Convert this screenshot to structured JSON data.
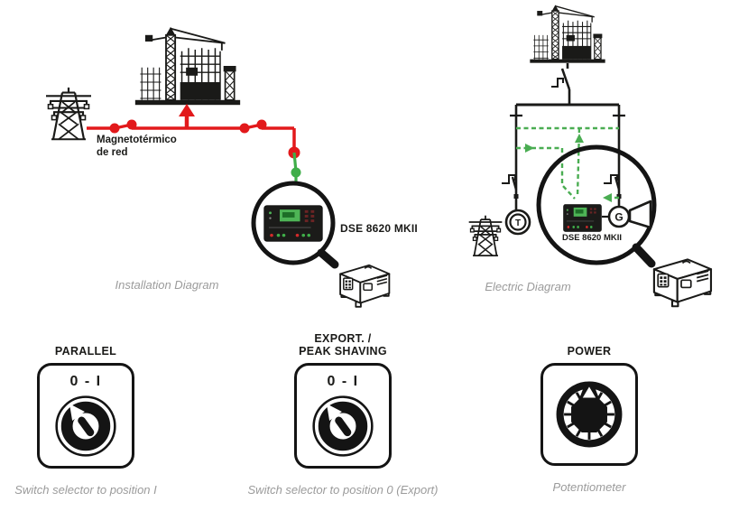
{
  "installation_diagram": {
    "caption": "Installation Diagram",
    "breaker_label_line1": "Magnetotérmico",
    "breaker_label_line2": "de red",
    "controller_label": "DSE 8620 MKII"
  },
  "electric_diagram": {
    "caption": "Electric Diagram",
    "controller_label": "DSE 8620 MKII",
    "transformer_symbol": "T",
    "generator_symbol": "G"
  },
  "controls": [
    {
      "title_line1": "",
      "title_line2": "PARALLEL",
      "switch_label": "0 - I",
      "caption": "Switch selector to position I"
    },
    {
      "title_line1": "EXPORT. /",
      "title_line2": "PEAK SHAVING",
      "switch_label": "0 - I",
      "caption": "Switch selector to position 0 (Export)"
    },
    {
      "title_line1": "",
      "title_line2": "POWER",
      "switch_label": "",
      "caption": "Potentiometer"
    }
  ],
  "colors": {
    "mains_red": "#e2191b",
    "generator_green": "#3fae49",
    "signal_dash_green": "#4aad52",
    "line_black": "#1a1a18",
    "caption_gray": "#9b9b9b",
    "controller_panel": "#1b1b19",
    "controller_screen": "#4eb456"
  }
}
